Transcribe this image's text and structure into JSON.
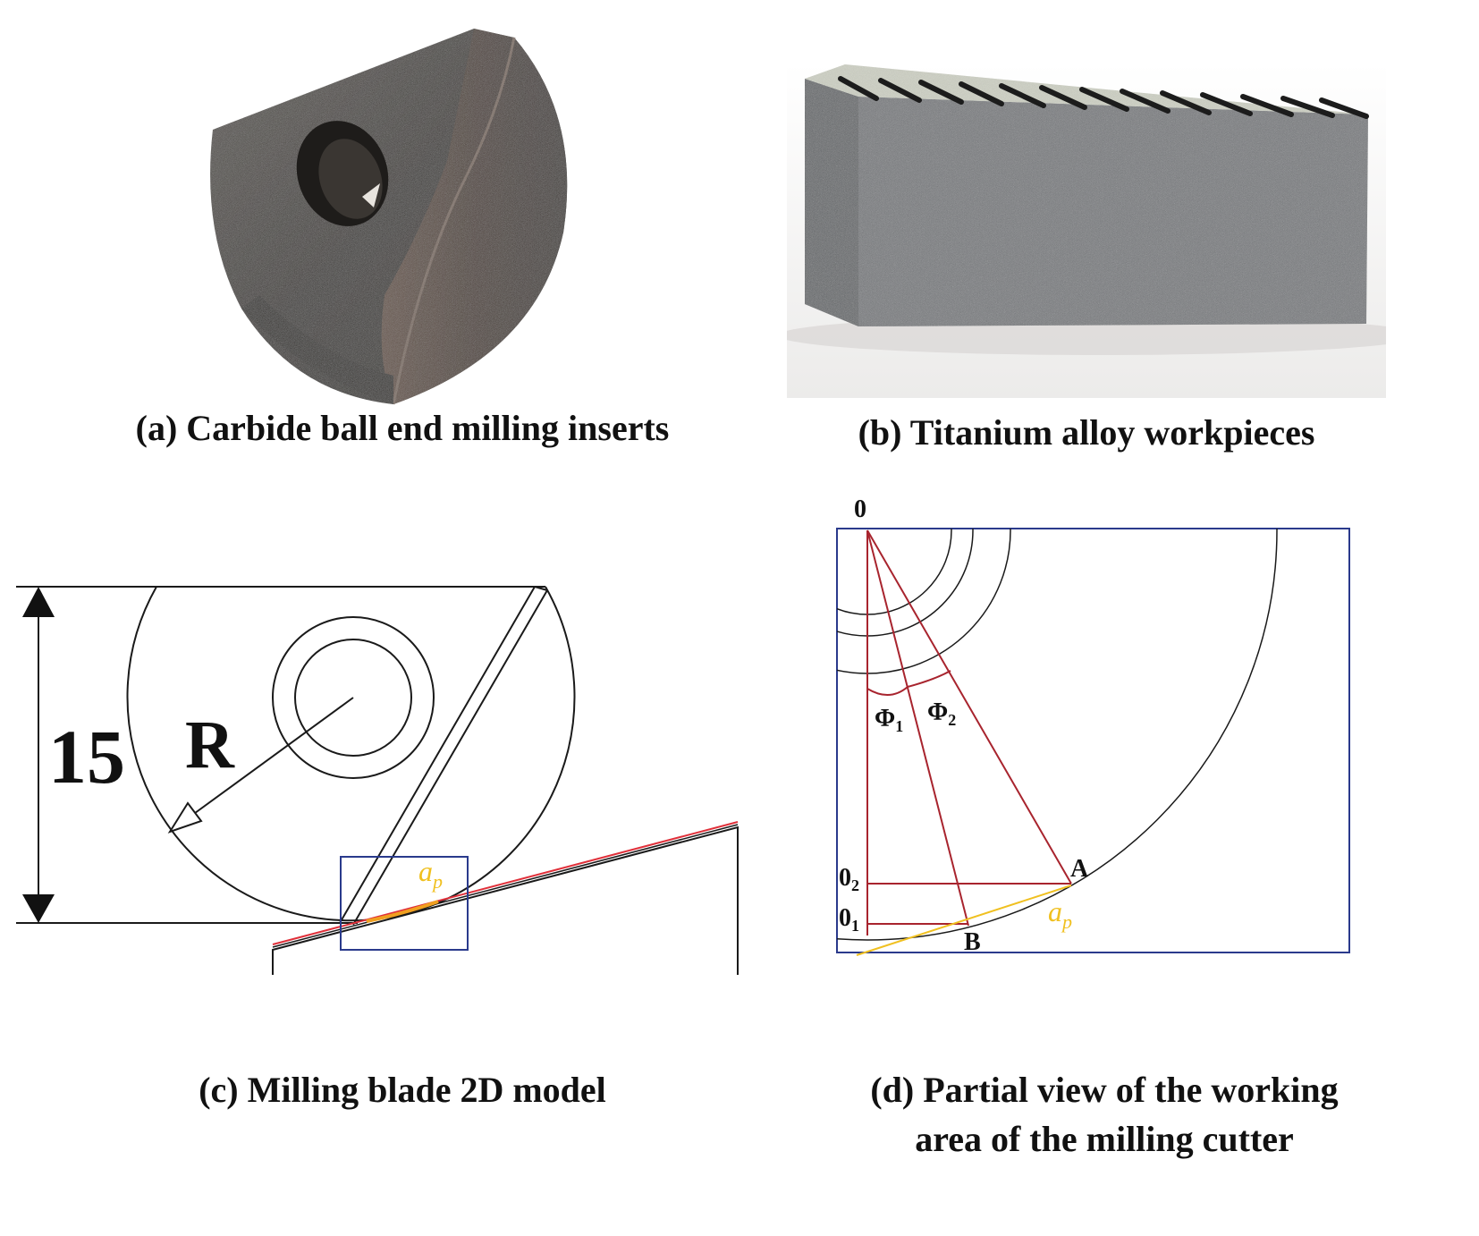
{
  "panels": {
    "a": {
      "caption": "(a) Carbide ball end milling inserts"
    },
    "b": {
      "caption": "(b) Titanium alloy workpieces"
    },
    "c": {
      "caption": "(c) Milling blade 2D model",
      "dimension_value": "15",
      "radius_label": "R",
      "ap_label": "a",
      "ap_sub": "p"
    },
    "d": {
      "caption_line1": "(d) Partial view of the working",
      "caption_line2": "area of the milling cutter",
      "label_O": "0",
      "label_O1": "0",
      "label_O1_sub": "1",
      "label_O2": "0",
      "label_O2_sub": "2",
      "label_A": "A",
      "label_B": "B",
      "label_phi1": "Φ",
      "label_phi1_sub": "1",
      "label_phi2": "Φ",
      "label_phi2_sub": "2",
      "ap_label": "a",
      "ap_sub": "p"
    }
  },
  "colors": {
    "line": "#1a1a1a",
    "red": "#a8242e",
    "highlight_red": "#e0303a",
    "yellow": "#f0c020",
    "frame_blue": "#2a3a8c",
    "insert_dark": "#3c3834",
    "workpiece_gray": "#6e7174"
  }
}
